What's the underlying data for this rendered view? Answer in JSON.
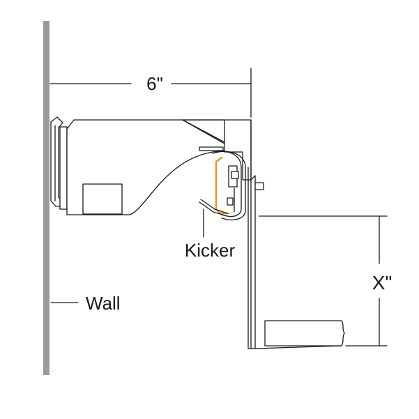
{
  "labels": {
    "width_dimension": "6\"",
    "height_dimension": "X\"",
    "kicker": "Kicker",
    "wall": "Wall"
  },
  "colors": {
    "wall": "#9a9a9a",
    "highlight": "#f0921e",
    "line": "#1a1a1a"
  }
}
